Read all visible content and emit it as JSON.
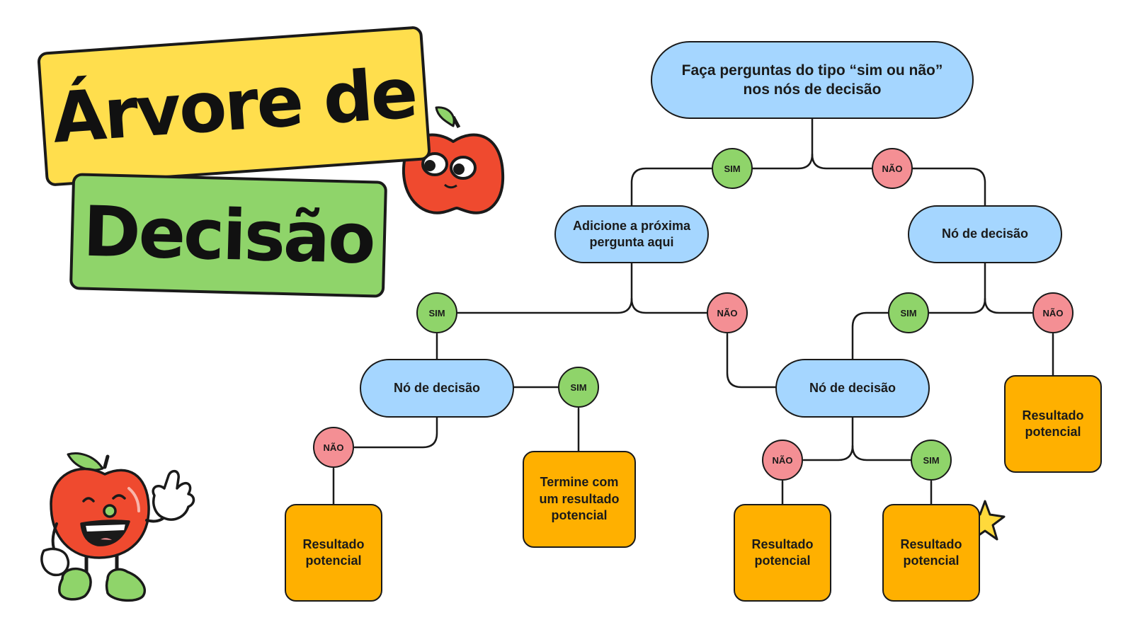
{
  "title": {
    "line1": "Árvore de",
    "line2": "Decisão"
  },
  "colors": {
    "title_line1_bg": "#ffde4d",
    "title_line2_bg": "#8fd46a",
    "decision_node": "#a5d6ff",
    "result_node": "#ffb000",
    "yes_badge": "#8fd46a",
    "no_badge": "#f48f94",
    "apple_red": "#ef4a2f",
    "star": "#ffd93b"
  },
  "nodes": {
    "root": "Faça perguntas do tipo “sim ou não”\nnos nós de decisão",
    "next_question": "Adicione a próxima\npergunta aqui",
    "decision_right": "Nó de decisão",
    "decision_left_lower": "Nó de decisão",
    "decision_center_lower": "Nó de decisão",
    "end_result": "Termine com\num resultado\npotencial",
    "result_1": "Resultado\npotencial",
    "result_2": "Resultado\npotencial",
    "result_3": "Resultado\npotencial",
    "result_4": "Resultado\npotencial"
  },
  "badges": {
    "yes": "SIM",
    "no": "NÃO"
  },
  "decorations": {
    "apples": [
      "apple-with-eyes-icon",
      "apple-mascot-icon"
    ],
    "star": "star-icon"
  }
}
